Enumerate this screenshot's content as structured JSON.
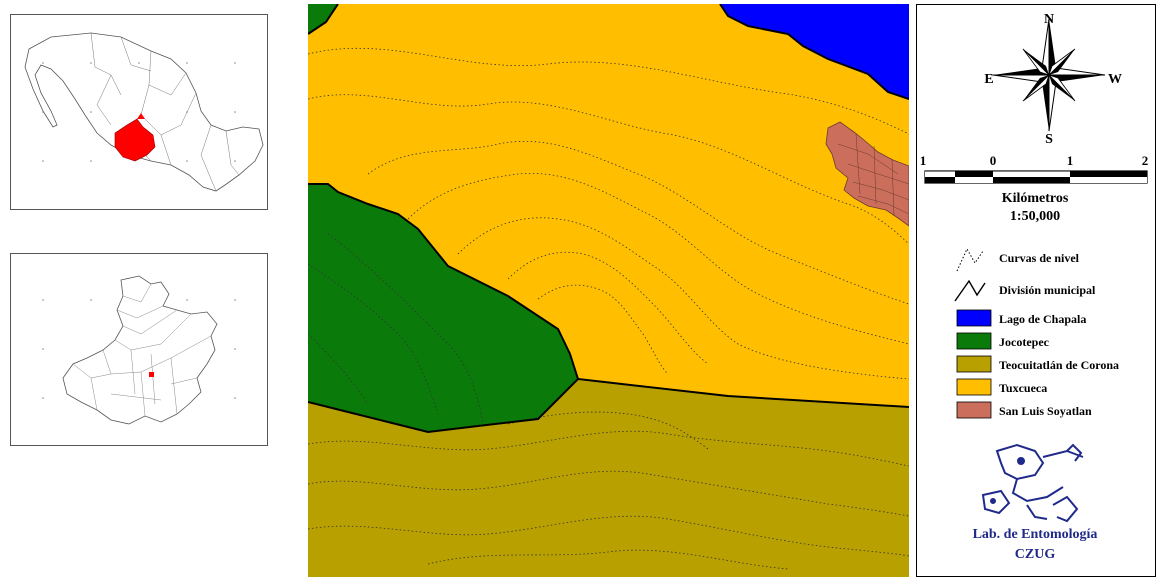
{
  "compass": {
    "north": "N",
    "south": "S",
    "east": "E",
    "west": "W"
  },
  "scale_bar": {
    "ticks": [
      "1",
      "0",
      "1",
      "2"
    ],
    "unit": "Kilómetros",
    "ratio": "1:50,000"
  },
  "legend": {
    "lines": [
      {
        "label": "Curvas de nivel",
        "style": "dotted"
      },
      {
        "label": "División municipal",
        "style": "solid"
      }
    ],
    "areas": [
      {
        "label": "Lago de Chapala",
        "color": "#0000ff"
      },
      {
        "label": "Jocotepec",
        "color": "#0a7a0a"
      },
      {
        "label": "Teocuitatlán de Corona",
        "color": "#b8a000"
      },
      {
        "label": "Tuxcueca",
        "color": "#ffbf00"
      },
      {
        "label": "San Luis Soyatlan",
        "color": "#cc6e5c"
      }
    ]
  },
  "lab": {
    "line1": "Lab. de Entomología",
    "line2": "CZUG"
  },
  "colors": {
    "highlight_red": "#ff0000",
    "lab_blue": "#1f2a8a"
  }
}
